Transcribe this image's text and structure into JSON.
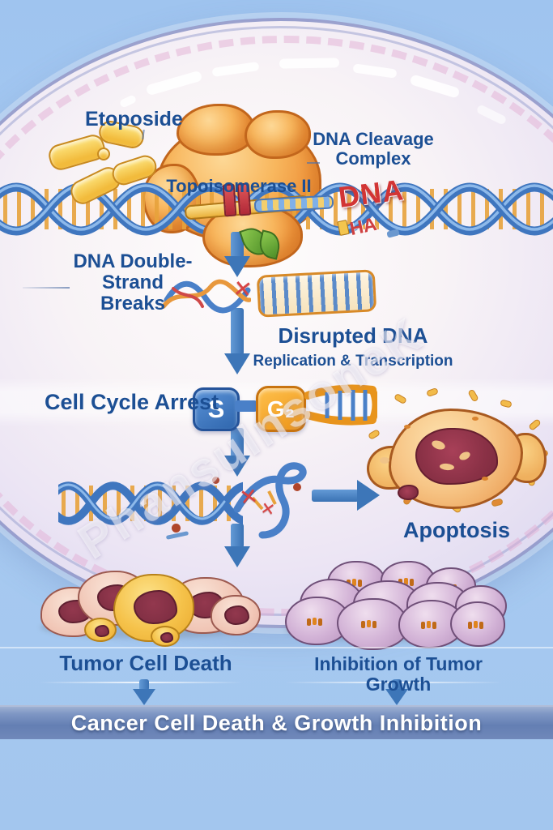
{
  "watermark": "PhansuInsoneK",
  "colors": {
    "background_blue": "#a6c9f0",
    "label_navy": "#1c4f94",
    "arrow_blue": "#3d76b8",
    "banner_blue": "#6b86b8",
    "pill_yellow": "#f5c642",
    "enzyme_orange": "#f09a3e",
    "dna_strand_blue": "#3f76bf",
    "dna_rung_orange": "#e7a23b",
    "dna_tag_red": "#d23535",
    "apoptosis_tan": "#f7c687",
    "nucleus_red": "#8a3146",
    "tumor_pink": "#f1c6b6",
    "tumor_purple": "#c3a3c8"
  },
  "diagram": {
    "drug_label": "Etoposide",
    "enzyme_label": "Topoisomerase II",
    "complex_label_line1": "DNA Cleavage",
    "complex_label_line2": "Complex",
    "dna_tag": "DNA",
    "dna_tag_fragment": "HA",
    "step_breaks_line1": "DNA Double-Strand",
    "step_breaks_line2": "Breaks",
    "step_disruption_line1": "Disrupted DNA",
    "step_disruption_line2": "Replication & Transcription",
    "step_arrest_label": "Cell Cycle Arrest",
    "phase_s": "S",
    "phase_g2": "G₂",
    "apoptosis_label": "Apoptosis",
    "outcome_left": "Tumor Cell Death",
    "outcome_right": "Inhibition of Tumor Growth",
    "banner": "Cancer Cell Death & Growth Inhibition",
    "break_mark": "✕"
  }
}
